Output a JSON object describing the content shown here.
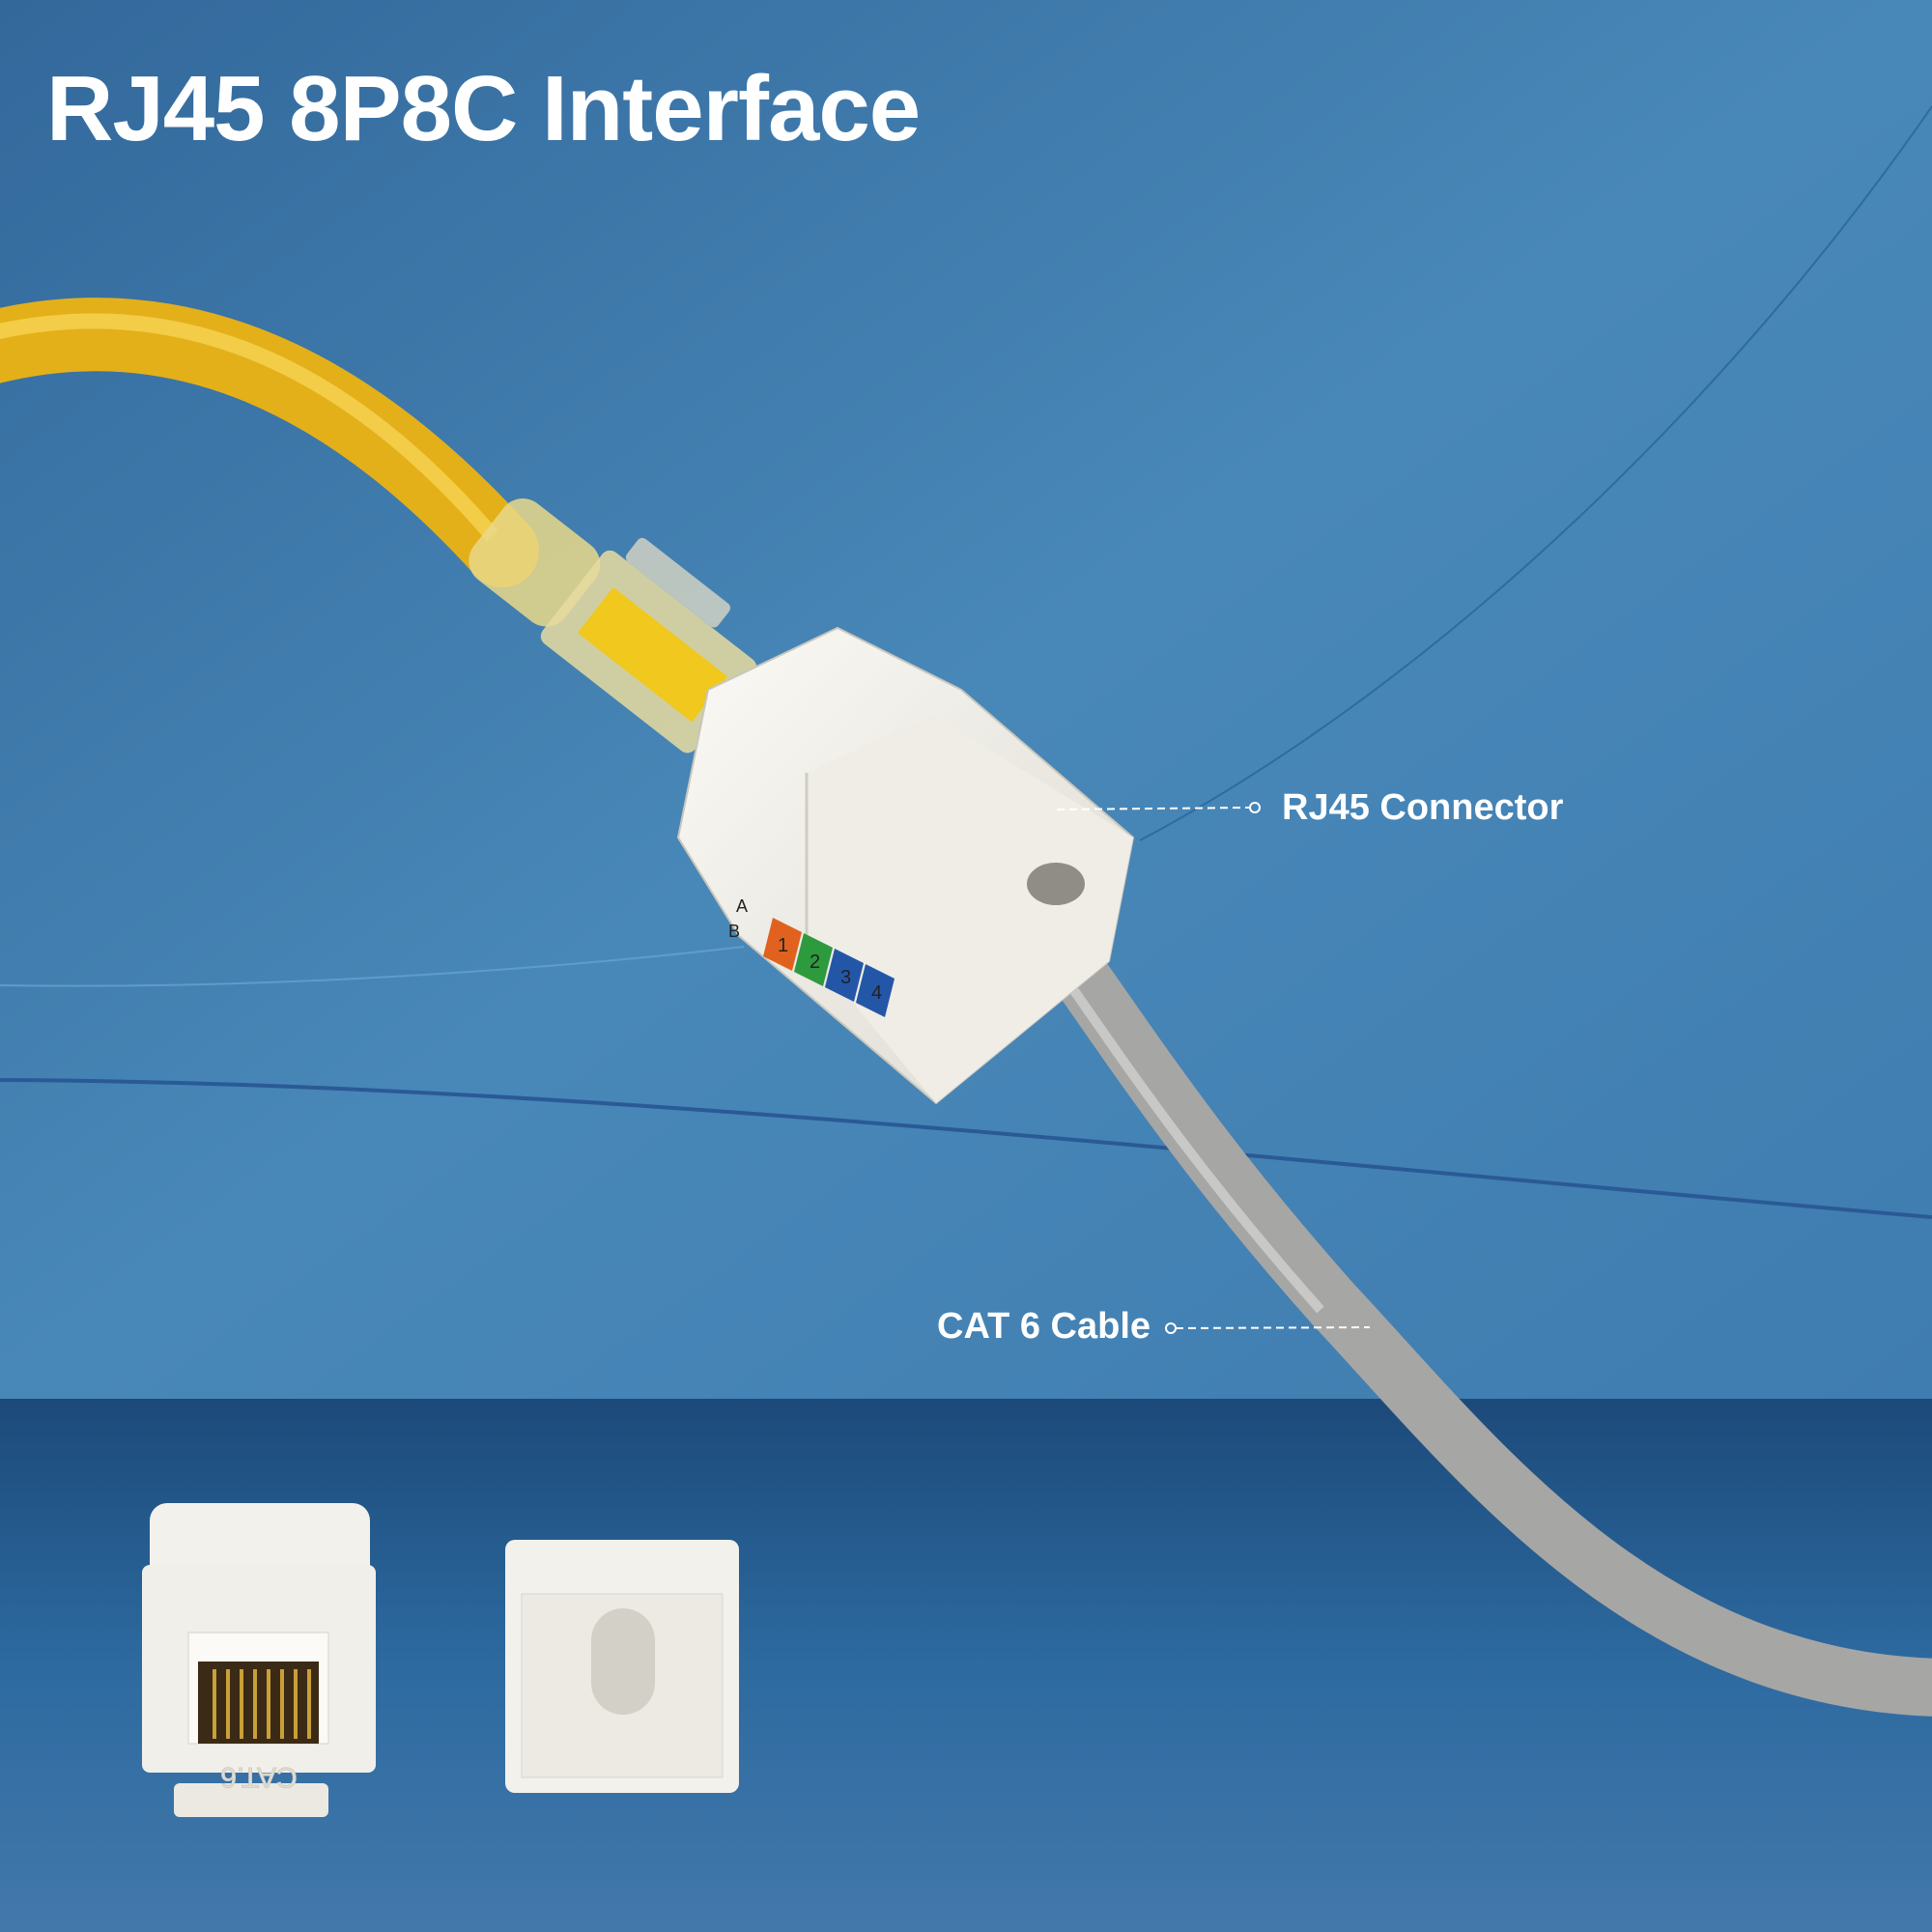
{
  "title": "RJ45 8P8C Interface",
  "callouts": {
    "connector": "RJ45 Connector",
    "cable": "CAT 6 Cable"
  },
  "jack_markings": {
    "rows": [
      "A",
      "B"
    ],
    "pins": [
      "1",
      "2",
      "3",
      "4"
    ],
    "bottom_text": "CAT.6"
  },
  "colors": {
    "background_top": "#3a74a6",
    "background_bottom_band": "#1e4f80",
    "patch_cable": "#e6b81e",
    "keystone_cable": "#a9a9a9",
    "keystone_body": "#f1efe8",
    "pin_orange": "#e0621e",
    "pin_green": "#2e9a3e",
    "pin_blue": "#2456a8"
  }
}
